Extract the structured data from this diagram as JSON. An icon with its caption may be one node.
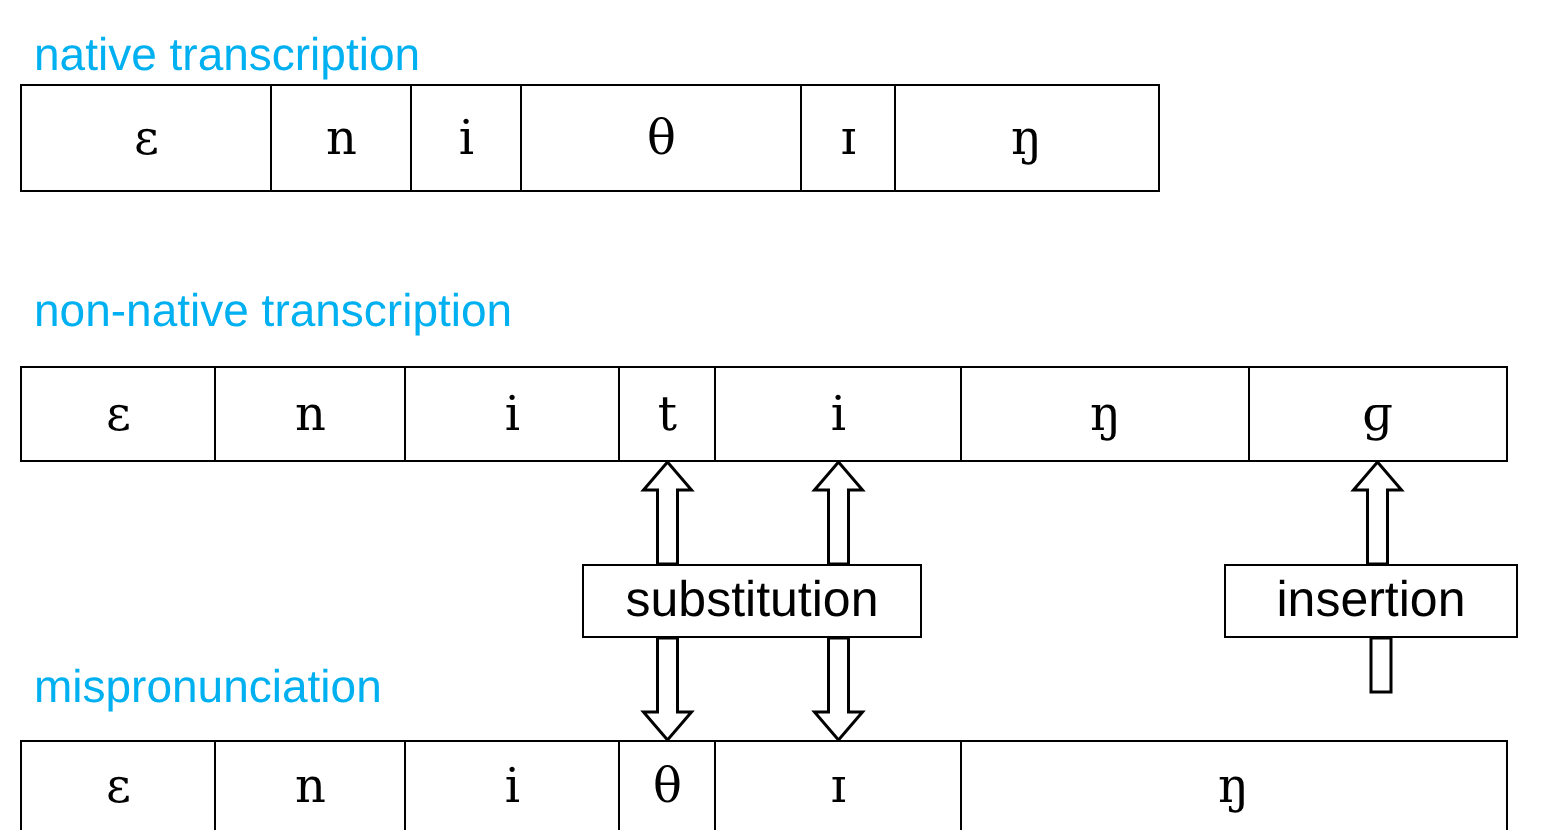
{
  "diagram": {
    "nodes": [
      {
        "text": [
          "ε"
        ]
      },
      {
        "text": [
          "n"
        ]
      },
      {
        "text": [
          "i"
        ]
      },
      {
        "text": [
          "θ"
        ]
      },
      {
        "text": [
          "ɪ"
        ]
      },
      {
        "text": [
          "ŋ"
        ]
      },
      {
        "text": [
          "ε"
        ]
      },
      {
        "text": [
          "n"
        ]
      },
      {
        "text": [
          "i"
        ]
      },
      {
        "text": [
          "t"
        ]
      },
      {
        "text": [
          "i"
        ]
      },
      {
        "text": [
          "ŋ"
        ]
      },
      {
        "text": [
          "ɡ"
        ]
      },
      {
        "text": [
          "ε"
        ]
      },
      {
        "text": [
          "n"
        ]
      },
      {
        "text": [
          "i"
        ]
      },
      {
        "text": [
          "θ"
        ]
      },
      {
        "text": [
          "ɪ"
        ]
      },
      {
        "text": [
          "ŋ"
        ]
      },
      {
        "text": [
          "substitution"
        ]
      },
      {
        "text": [
          "insertion"
        ]
      }
    ],
    "edges": [
      {
        "from": 19,
        "to": 9,
        "arrow": "to"
      },
      {
        "from": 19,
        "to": 10,
        "arrow": "to"
      },
      {
        "from": 19,
        "to": 16,
        "arrow": "to"
      },
      {
        "from": 19,
        "to": 17,
        "arrow": "to"
      },
      {
        "from": 20,
        "to": 12,
        "arrow": "to"
      },
      {
        "from": 20,
        "to": null,
        "arrow": "none"
      }
    ],
    "labels": [
      "native transcription",
      "non-native transcription",
      "mispronunciation"
    ]
  }
}
